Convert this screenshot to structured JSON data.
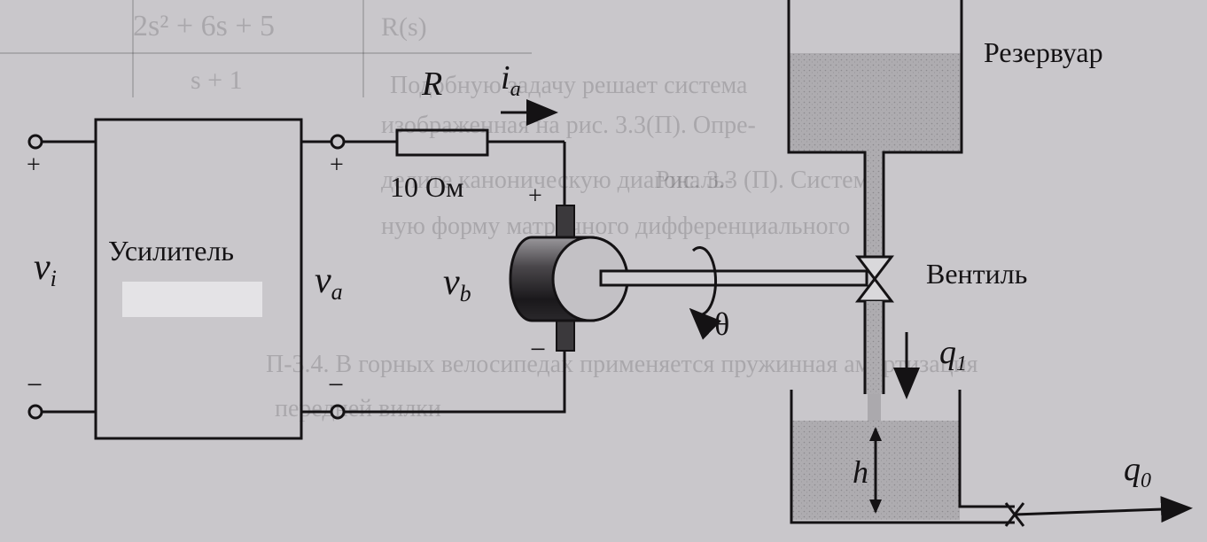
{
  "diagram": {
    "amplifier": {
      "label": "Усилитель"
    },
    "input": {
      "plus": "+",
      "minus": "−",
      "voltage": "v",
      "voltage_sub": "i"
    },
    "output": {
      "plus": "+",
      "minus": "−",
      "voltage": "v",
      "voltage_sub": "a"
    },
    "resistor": {
      "symbol": "R",
      "value": "10 Ом"
    },
    "current": {
      "symbol": "i",
      "sub": "a"
    },
    "motor": {
      "plus": "+",
      "minus": "−",
      "voltage": "v",
      "voltage_sub": "b",
      "angle": "θ"
    },
    "reservoir": {
      "label": "Резервуар"
    },
    "valve": {
      "label": "Вентиль"
    },
    "inflow": {
      "symbol": "q",
      "sub": "1"
    },
    "level": {
      "symbol": "h"
    },
    "outflow": {
      "symbol": "q",
      "sub": "0"
    }
  },
  "bleed_through": {
    "fragments": [
      "2s² + 6s + 5",
      "s + 1",
      "R(s)",
      "Подобную задачу решает система",
      "изображенная на рис. 3.3(П). Опре-",
      "делите каноническую диагональ-",
      "Рис. 3.3 (П). Система",
      "ную форму матричного дифференциального",
      "П-3.4. В горных велосипедах применяется пружинная амортизация",
      "передней вилки"
    ]
  },
  "colors": {
    "ink": "#141214",
    "paper": "#c9c7cb",
    "tank_fill": "#a9a7ab"
  }
}
